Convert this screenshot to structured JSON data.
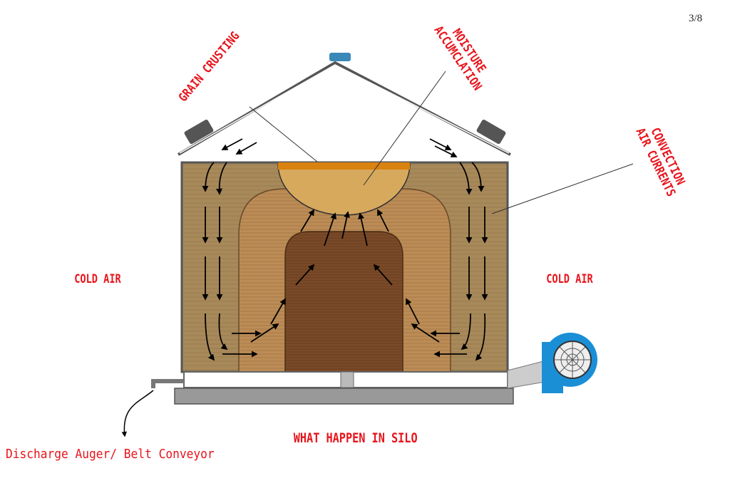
{
  "page_number": "3/8",
  "labels": {
    "grain_crusting": "GRAIN CRUSTING",
    "moisture_line1": "MOISTURE",
    "moisture_line2": "ACCUMCLATION",
    "convection_line1": "CONVECTION",
    "convection_line2": "AIR CURRENTS",
    "cold_air_left": "COLD AIR",
    "cold_air_right": "COLD AIR",
    "title": "WHAT HAPPEN IN SILO",
    "discharge": "Discharge Auger/ Belt Conveyor"
  },
  "colors": {
    "label_red": "#e8141b",
    "outer_grain": "#a8895a",
    "middle_grain": "#b98a55",
    "inner_grain": "#7a4a28",
    "crust": "#d9820f",
    "moisture": "#d7a95d",
    "fan_blue": "#1b8fd6"
  }
}
